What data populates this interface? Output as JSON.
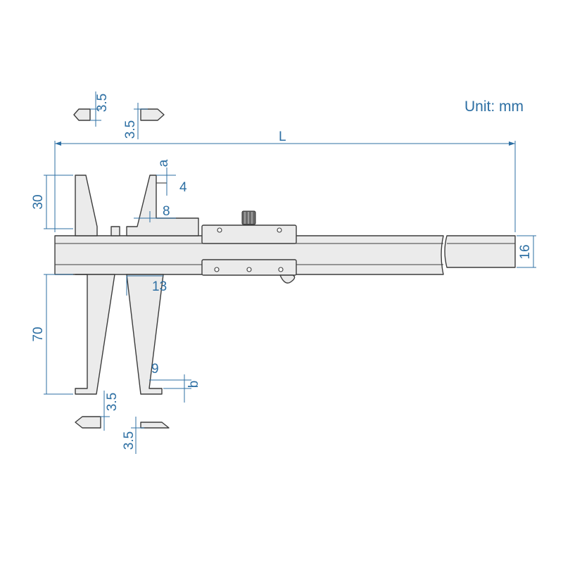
{
  "diagram": {
    "unit_label": "Unit: mm",
    "dimensions": {
      "length": "L",
      "beam_height": "16",
      "upper_jaw_depth": "30",
      "lower_jaw_depth": "70",
      "upper_tip_width": "4",
      "upper_jaw_width": "8",
      "lower_jaw_gap": "13",
      "lower_tip_width": "9",
      "upper_tip_label": "a",
      "lower_tip_label": "b",
      "tip_upper_left": "3.5",
      "tip_upper_right": "3.5",
      "tip_lower_left": "3.5",
      "tip_lower_right": "3.5"
    },
    "colors": {
      "outline": "#3c3c3c",
      "fill": "#ebebeb",
      "dimension": "#2d6fa3"
    }
  }
}
